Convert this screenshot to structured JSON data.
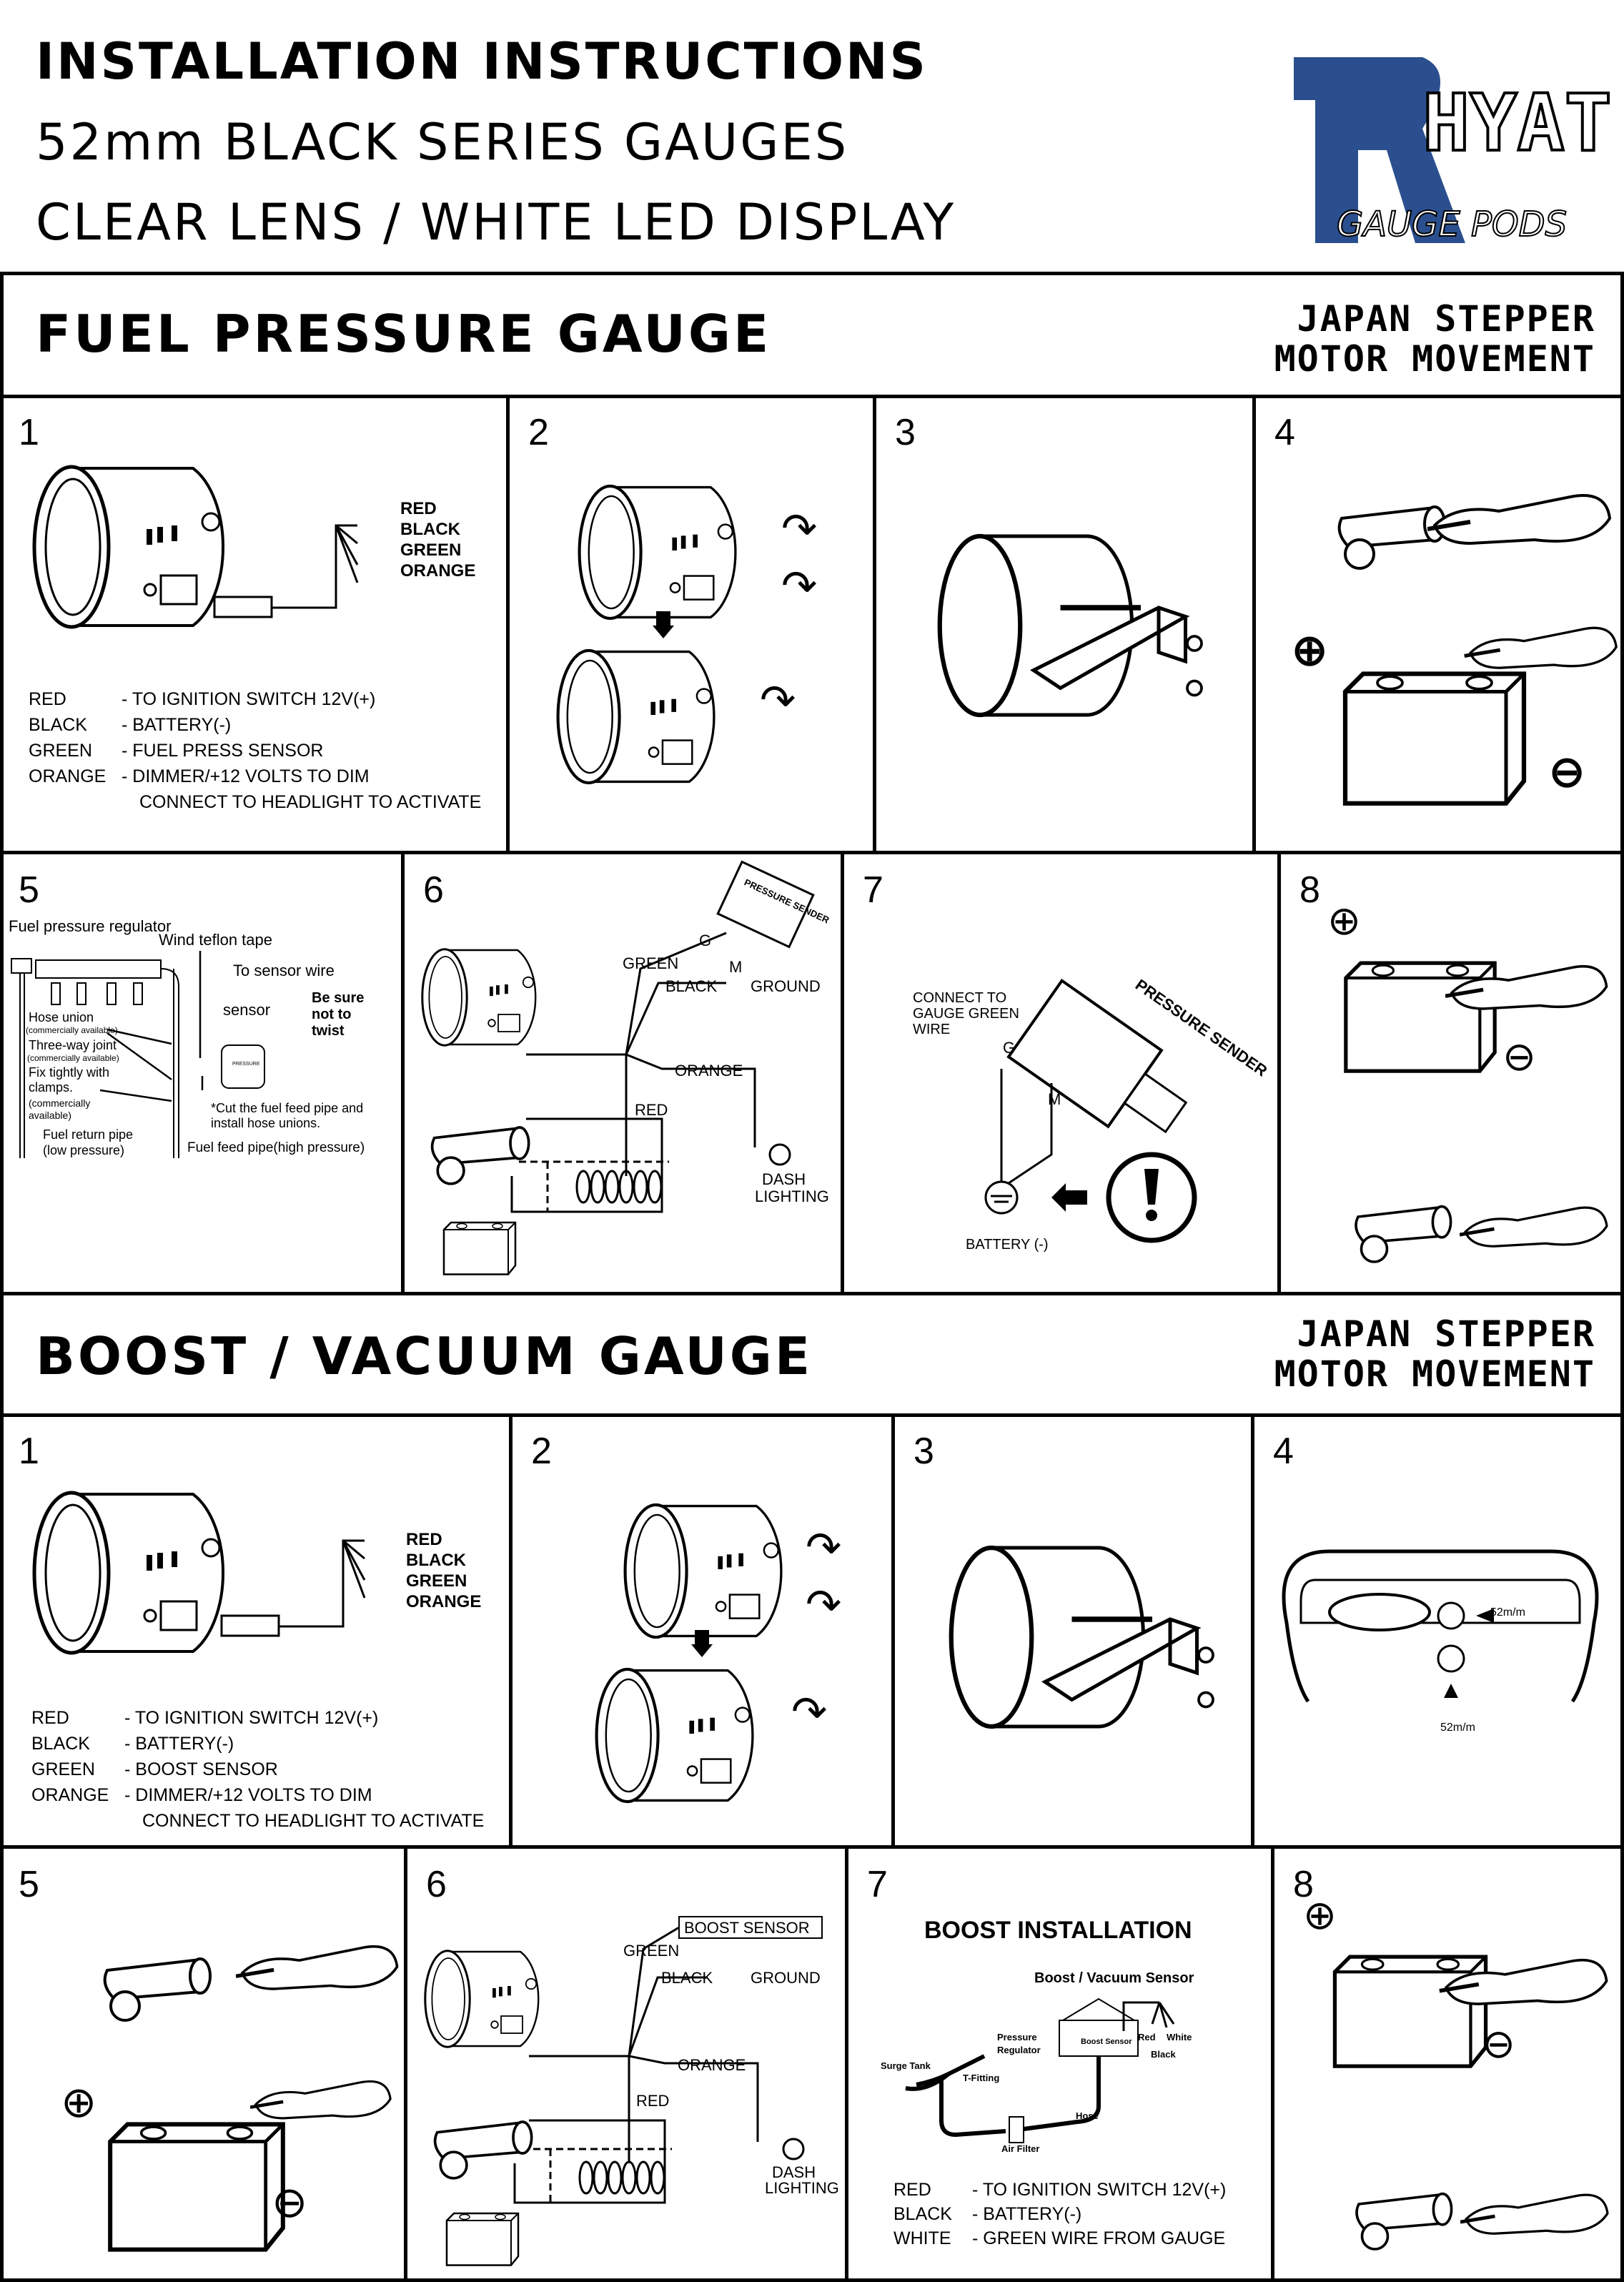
{
  "header": {
    "line1": "INSTALLATION INSTRUCTIONS",
    "line2": "52mm BLACK SERIES GAUGES",
    "line3": "CLEAR LENS / WHITE LED DISPLAY",
    "logo_text": "RHYAT",
    "logo_sub": "GAUGE PODS",
    "brand_color": "#2b4f8e"
  },
  "fuel": {
    "title": "FUEL PRESSURE GAUGE",
    "stepper1": "JAPAN STEPPER",
    "stepper2": "MOTOR MOVEMENT",
    "steps": [
      "1",
      "2",
      "3",
      "4",
      "5",
      "6",
      "7",
      "8"
    ],
    "wires": [
      "RED",
      "BLACK",
      "GREEN",
      "ORANGE"
    ],
    "legend": [
      {
        "c": "RED",
        "d": "-  TO  IGNITION SWITCH 12V(+)"
      },
      {
        "c": "BLACK",
        "d": "-  BATTERY(-)"
      },
      {
        "c": "GREEN",
        "d": "-  FUEL PRESS SENSOR"
      },
      {
        "c": "ORANGE",
        "d": "-  DIMMER/+12 VOLTS TO DIM"
      }
    ],
    "legend_extra": "CONNECT TO HEADLIGHT TO ACTIVATE",
    "s5": {
      "regulator": "Fuel pressure regulator",
      "teflon": "Wind teflon tape",
      "to_sensor": "To sensor wire",
      "sensor": "sensor",
      "be_sure": "Be sure not to twist",
      "hose_union": "Hose union",
      "comm1": "(commercially available)",
      "three_way": "Three-way joint",
      "comm2": "(commercially available)",
      "fix": "Fix tightly with clamps.",
      "comm3": "(commercially available)",
      "cut": "*Cut the fuel feed pipe and install hose unions.",
      "return": "Fuel return pipe",
      "low": "(low pressure)",
      "feed": "Fuel feed pipe(high pressure)",
      "sender": "PRESSURE SENDER"
    },
    "s6": {
      "green": "GREEN",
      "g": "G",
      "m": "M",
      "black": "BLACK",
      "ground": "GROUND",
      "orange": "ORANGE",
      "red": "RED",
      "dash": "DASH",
      "lighting": "LIGHTING",
      "sender": "PRESSURE SENDER"
    },
    "s7": {
      "connect": "CONNECT TO GAUGE GREEN WIRE",
      "g": "G",
      "m": "M",
      "battery": "BATTERY (-)",
      "sender": "PRESSURE SENDER"
    }
  },
  "boost": {
    "title": "BOOST / VACUUM GAUGE",
    "stepper1": "JAPAN STEPPER",
    "stepper2": "MOTOR MOVEMENT",
    "steps": [
      "1",
      "2",
      "3",
      "4",
      "5",
      "6",
      "7",
      "8"
    ],
    "wires": [
      "RED",
      "BLACK",
      "GREEN",
      "ORANGE"
    ],
    "legend": [
      {
        "c": "RED",
        "d": "-  TO  IGNITION SWITCH 12V(+)"
      },
      {
        "c": "BLACK",
        "d": "-  BATTERY(-)"
      },
      {
        "c": "GREEN",
        "d": "-  BOOST SENSOR"
      },
      {
        "c": "ORANGE",
        "d": "-  DIMMER/+12 VOLTS TO DIM"
      }
    ],
    "legend_extra": "CONNECT TO HEADLIGHT TO ACTIVATE",
    "s4": {
      "size1": "52m/m",
      "size2": "52m/m"
    },
    "s6": {
      "sensor": "BOOST SENSOR",
      "green": "GREEN",
      "black": "BLACK",
      "ground": "GROUND",
      "orange": "ORANGE",
      "red": "RED",
      "dash": "DASH",
      "lighting": "LIGHTING"
    },
    "s7": {
      "title": "BOOST  INSTALLATION",
      "sensor_title": "Boost / Vacuum Sensor",
      "pressure": "Pressure",
      "regulator": "Regulator",
      "surge": "Surge Tank",
      "tfit": "T-Fitting",
      "boost_sensor": "Boost Sensor",
      "red": "Red",
      "white": "White",
      "black": "Black",
      "hose": "Hose",
      "filter": "Air Filter",
      "legend": [
        {
          "c": "RED",
          "d": "-  TO  IGNITION SWITCH 12V(+)"
        },
        {
          "c": "BLACK",
          "d": "-  BATTERY(-)"
        },
        {
          "c": "WHITE",
          "d": "-  GREEN WIRE FROM GAUGE"
        }
      ]
    }
  }
}
